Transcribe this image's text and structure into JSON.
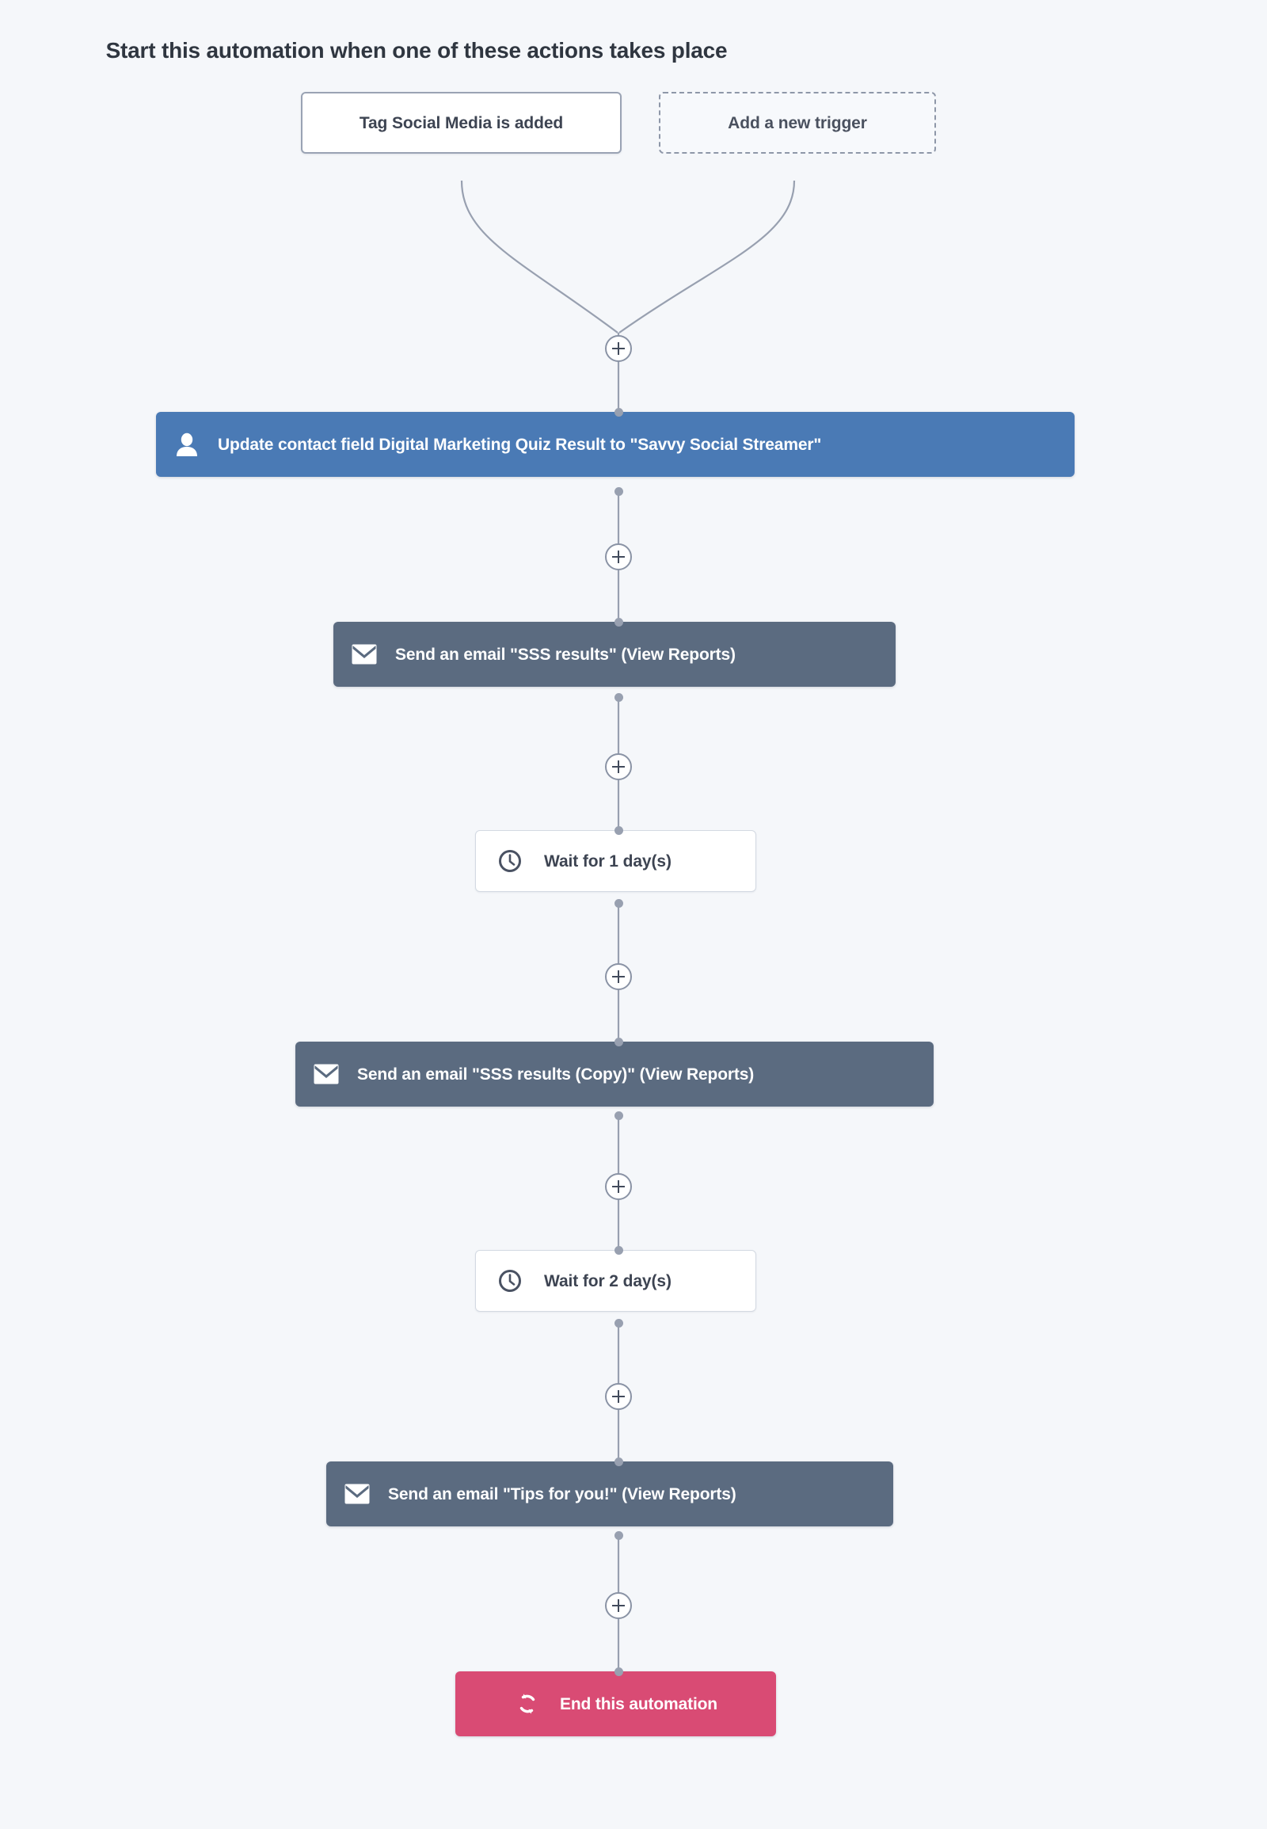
{
  "header": {
    "title": "Start this automation when one of these actions takes place"
  },
  "triggers": [
    {
      "label": "Tag Social Media is added",
      "style": "solid",
      "icon": "none"
    },
    {
      "label": "Add a new trigger",
      "style": "dashed",
      "icon": "none"
    }
  ],
  "steps": [
    {
      "id": "update-contact-field",
      "type": "update-contact-field",
      "label": "Update contact field Digital Marketing Quiz Result to \"Savvy Social Streamer\"",
      "icon": "contact-icon",
      "color": "#4a7ab5",
      "style": "blue"
    },
    {
      "id": "send-email-sss-results",
      "type": "send-email",
      "label": "Send an email \"SSS results\" (View Reports)",
      "icon": "envelope-icon",
      "color": "#5b6b80",
      "style": "slate"
    },
    {
      "id": "wait-1-day",
      "type": "wait",
      "label": "Wait for 1 day(s)",
      "icon": "clock-icon",
      "color": "#ffffff",
      "style": "white"
    },
    {
      "id": "send-email-sss-results-copy",
      "type": "send-email",
      "label": "Send an email \"SSS results (Copy)\" (View Reports)",
      "icon": "envelope-icon",
      "color": "#5b6b80",
      "style": "slate"
    },
    {
      "id": "wait-2-days",
      "type": "wait",
      "label": "Wait for 2 day(s)",
      "icon": "clock-icon",
      "color": "#ffffff",
      "style": "white"
    },
    {
      "id": "send-email-tips-for-you",
      "type": "send-email",
      "label": "Send an email \"Tips for you!\" (View Reports)",
      "icon": "envelope-icon",
      "color": "#5b6b80",
      "style": "slate"
    },
    {
      "id": "end-automation",
      "type": "end",
      "label": "End this automation",
      "icon": "loop-icon",
      "color": "#d94b74",
      "style": "red"
    }
  ],
  "add_step_buttons": [
    {
      "label": "+",
      "after": "triggers"
    },
    {
      "label": "+",
      "after": "update-contact-field"
    },
    {
      "label": "+",
      "after": "send-email-sss-results"
    },
    {
      "label": "+",
      "after": "wait-1-day"
    },
    {
      "label": "+",
      "after": "send-email-sss-results-copy"
    },
    {
      "label": "+",
      "after": "wait-2-days"
    },
    {
      "label": "+",
      "after": "send-email-tips-for-you"
    }
  ],
  "theme": {
    "background": "#f5f7fa",
    "wire": "#98a0b0",
    "blue": "#4a7ab5",
    "slate": "#5b6b80",
    "red": "#d94b74",
    "text_dark": "#3d4452"
  }
}
